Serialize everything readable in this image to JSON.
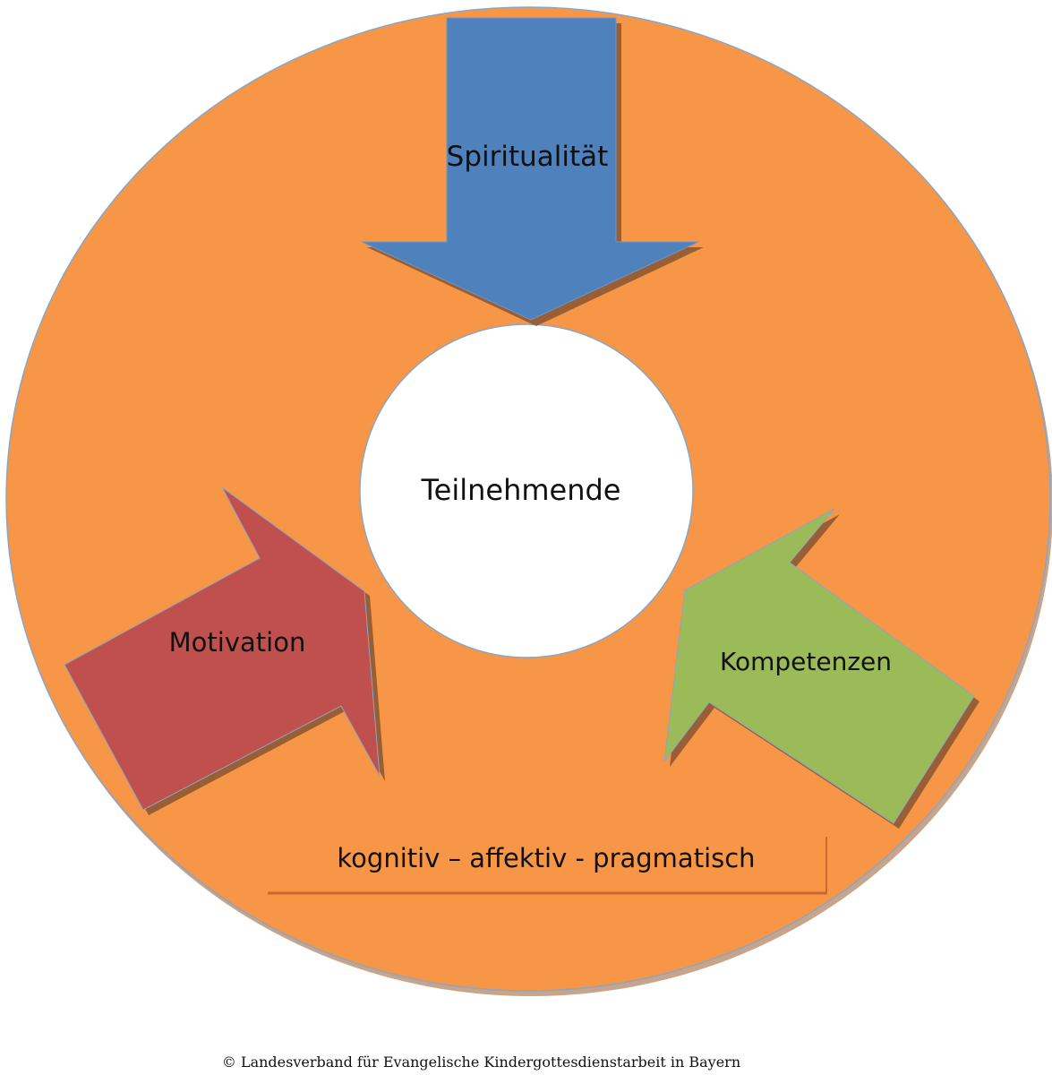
{
  "diagram": {
    "center": {
      "label": "Teilnehmende"
    },
    "arrows": [
      {
        "id": "spiritualitaet",
        "label": "Spiritualität",
        "color": "#4f81bd"
      },
      {
        "id": "motivation",
        "label": "Motivation",
        "color": "#c0504d"
      },
      {
        "id": "kompetenzen",
        "label": "Kompetenzen",
        "color": "#9bbb59"
      }
    ],
    "ring_color": "#f79646",
    "dimensions_label": "kognitiv – affektiv - pragmatisch"
  },
  "footer": {
    "copyright": "© Landesverband für Evangelische Kindergottesdienstarbeit in Bayern"
  }
}
